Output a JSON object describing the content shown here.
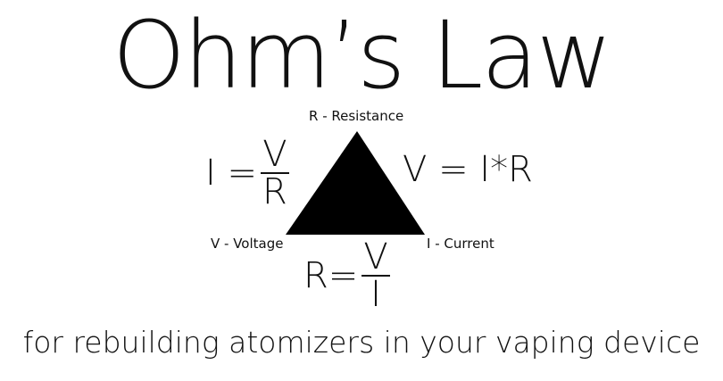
{
  "title": "Ohm’s Law",
  "triangle": {
    "top_label": "R - Resistance",
    "left_label": "V - Voltage",
    "right_label": "I - Current",
    "fill_color": "#000000"
  },
  "formulas": {
    "current": {
      "lhs": "I =",
      "numerator": "V",
      "denominator": "R"
    },
    "voltage": {
      "text": "V = I*R"
    },
    "resistance": {
      "lhs": "R=",
      "numerator": "V",
      "denominator": "I"
    }
  },
  "subtitle": "for rebuilding atomizers in your vaping device"
}
